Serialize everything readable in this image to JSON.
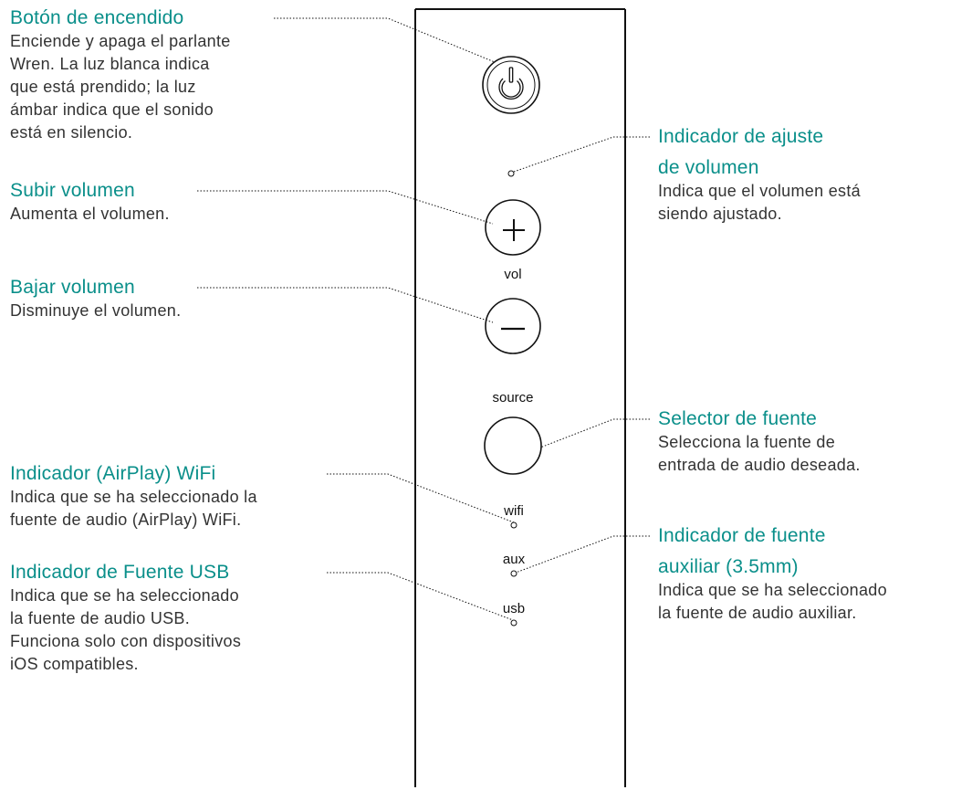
{
  "colors": {
    "heading": "#0a8f8a",
    "body_text": "#333333",
    "lines": "#111111"
  },
  "callouts": {
    "power": {
      "title": "Botón de encendido",
      "lines": [
        "Enciende y apaga el parlante",
        "Wren. La luz blanca indica",
        "que está prendido; la luz",
        "ámbar indica que el sonido",
        "está en silencio."
      ]
    },
    "vol_up": {
      "title": "Subir volumen",
      "lines": [
        "Aumenta el volumen."
      ]
    },
    "vol_down": {
      "title": "Bajar volumen",
      "lines": [
        "Disminuye el volumen."
      ]
    },
    "wifi": {
      "title": "Indicador (AirPlay) WiFi",
      "lines": [
        "Indica que se ha seleccionado la",
        "fuente de audio (AirPlay) WiFi."
      ]
    },
    "usb": {
      "title": "Indicador de Fuente USB",
      "lines": [
        "Indica que se ha seleccionado",
        "la fuente de audio USB.",
        "Funciona solo con dispositivos",
        "iOS compatibles."
      ]
    },
    "vol_ind": {
      "title_lines": [
        "Indicador de ajuste",
        "de volumen"
      ],
      "lines": [
        "Indica que el volumen está",
        "siendo ajustado."
      ]
    },
    "source": {
      "title": "Selector de fuente",
      "lines": [
        "Selecciona la fuente de",
        "entrada de audio deseada."
      ]
    },
    "aux": {
      "title_lines": [
        "Indicador de fuente",
        "auxiliar (3.5mm)"
      ],
      "lines": [
        "Indica que se ha seleccionado",
        "la fuente de audio auxiliar."
      ]
    }
  },
  "panel": {
    "vol_label": "vol",
    "source_label": "source",
    "wifi_label": "wifi",
    "aux_label": "aux",
    "usb_label": "usb",
    "icons": [
      "power-icon",
      "plus-icon",
      "minus-icon"
    ]
  }
}
